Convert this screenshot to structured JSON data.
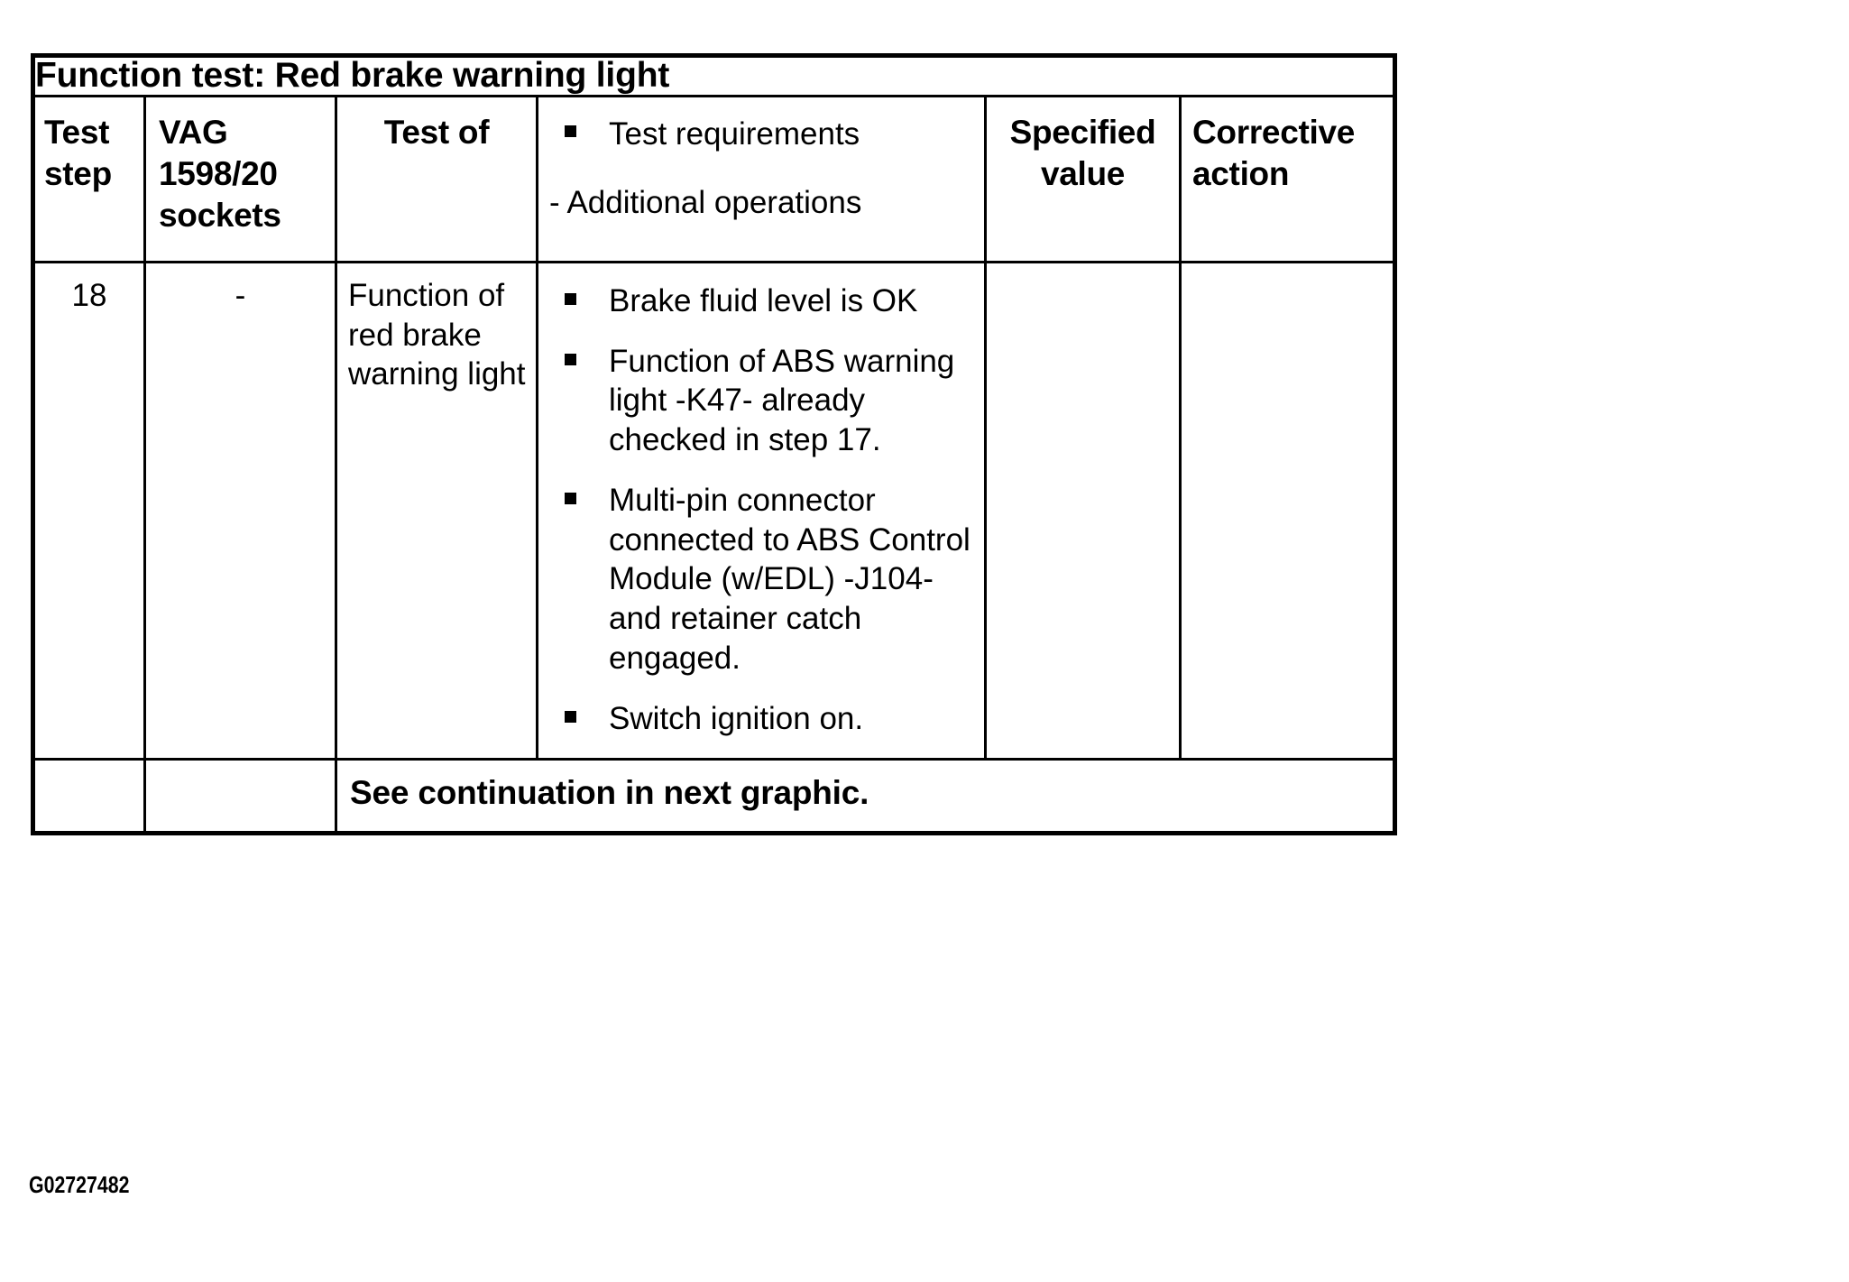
{
  "document": {
    "caption": "G02727482"
  },
  "table": {
    "title": "Function test: Red brake warning light",
    "headers": {
      "test_step": "Test\nstep",
      "test_step_line1": "Test",
      "test_step_line2": "step",
      "vag_sockets_line1": "VAG",
      "vag_sockets_line2": "1598/20",
      "vag_sockets_line3": "sockets",
      "test_of": "Test of",
      "test_requirements": "Test requirements",
      "additional_operations": "- Additional operations",
      "specified_value_line1": "Specified",
      "specified_value_line2": "value",
      "corrective_action_line1": "Corrective",
      "corrective_action_line2": "action"
    },
    "rows": [
      {
        "test_step": "18",
        "vag_sockets": "-",
        "test_of": "Function of red brake warning light",
        "requirements": [
          "Brake fluid level is OK",
          "Function of ABS warning light -K47- already checked in step 17.",
          "Multi-pin connector connected to ABS Control Module (w/EDL) -J104- and retainer catch engaged.",
          "Switch ignition on."
        ],
        "specified_value": "",
        "corrective_action": ""
      }
    ],
    "footer": "See continuation in next graphic."
  }
}
